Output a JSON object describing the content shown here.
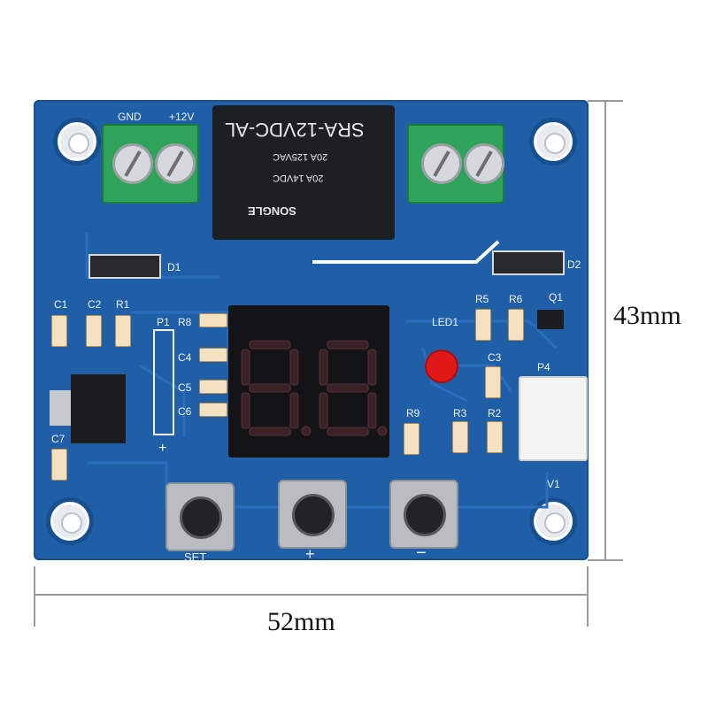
{
  "board": {
    "terminal_left_labels": [
      "GND",
      "+12V"
    ],
    "relay": {
      "model": "SRA-12VDC-AL",
      "rating_1": "20A 125VAC",
      "rating_2": "20A 14VDC",
      "brand": "SONGLE"
    },
    "component_labels": {
      "d1": "D1",
      "d2": "D2",
      "c1": "C1",
      "c2": "C2",
      "r1": "R1",
      "p1": "P1",
      "r8": "R8",
      "c4": "C4",
      "c5": "C5",
      "c6": "C6",
      "c7": "C7",
      "r5": "R5",
      "r6": "R6",
      "q1": "Q1",
      "led1": "LED1",
      "c3": "C3",
      "p4": "P4",
      "r9": "R9",
      "r3": "R3",
      "r2": "R2",
      "v1": "V1",
      "plus_mark": "+"
    },
    "display_digits": "8.8.",
    "buttons": [
      {
        "label": "SET"
      },
      {
        "label": "+"
      },
      {
        "label": "−"
      }
    ]
  },
  "dimensions": {
    "height": "43mm",
    "width": "52mm"
  },
  "colors": {
    "pcb": "#1f5fa8",
    "terminal": "#2fa35a",
    "led": "#e01818"
  }
}
